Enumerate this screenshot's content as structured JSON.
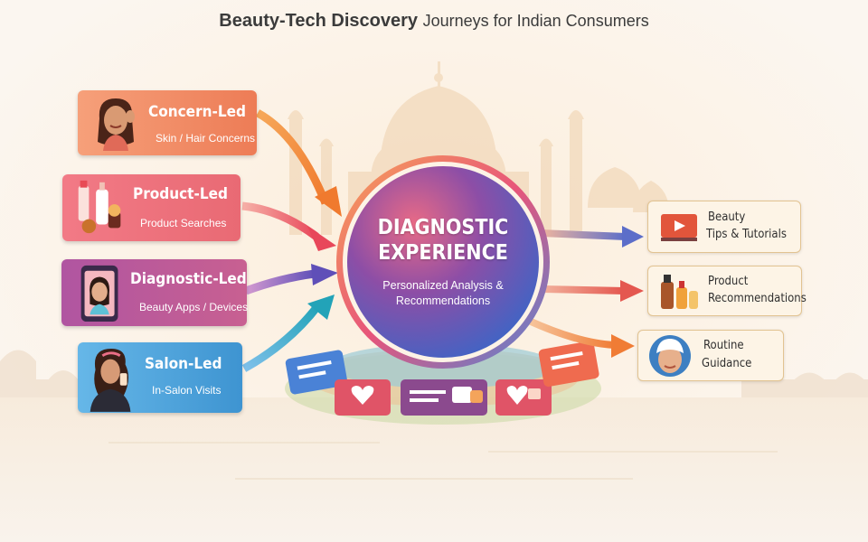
{
  "title": {
    "bold": "Beauty-Tech Discovery",
    "light": "Journeys for Indian Consumers"
  },
  "entries": [
    {
      "label": "Concern-Led",
      "sub": "Skin / Hair Concerns",
      "color": "#f08a5c",
      "icon": "woman-touching-hair-icon"
    },
    {
      "label": "Product-Led",
      "sub": "Product Searches",
      "color": "#ee6b70",
      "icon": "cosmetic-bottles-icon"
    },
    {
      "label": "Diagnostic-Led",
      "sub": "Beauty Apps / Devices",
      "color": "#a657a0",
      "icon": "phone-face-scan-icon"
    },
    {
      "label": "Salon-Led",
      "sub": "In-Salon Visits",
      "color": "#3f97d3",
      "icon": "salon-woman-icon"
    }
  ],
  "center": {
    "title_line1": "DIAGNOSTIC",
    "title_line2": "EXPERIENCE",
    "sub_line1": "Personalized Analysis &",
    "sub_line2": "Recommendations"
  },
  "outputs": [
    {
      "line1": "Beauty",
      "line2": "Tips & Tutorials",
      "icon": "video-play-icon",
      "arrow_color": "#5c6ec9"
    },
    {
      "line1": "Product",
      "line2": "Recommendations",
      "icon": "product-bottles-icon",
      "arrow_color": "#e4574f"
    },
    {
      "line1": "Routine",
      "line2": "Guidance",
      "icon": "face-towel-icon",
      "arrow_color": "#f07c35"
    }
  ],
  "colors": {
    "background": "#fbf6f0",
    "title_text": "#3b3b3b",
    "output_card": "#fdf4e6",
    "output_border": "#e2c391"
  }
}
